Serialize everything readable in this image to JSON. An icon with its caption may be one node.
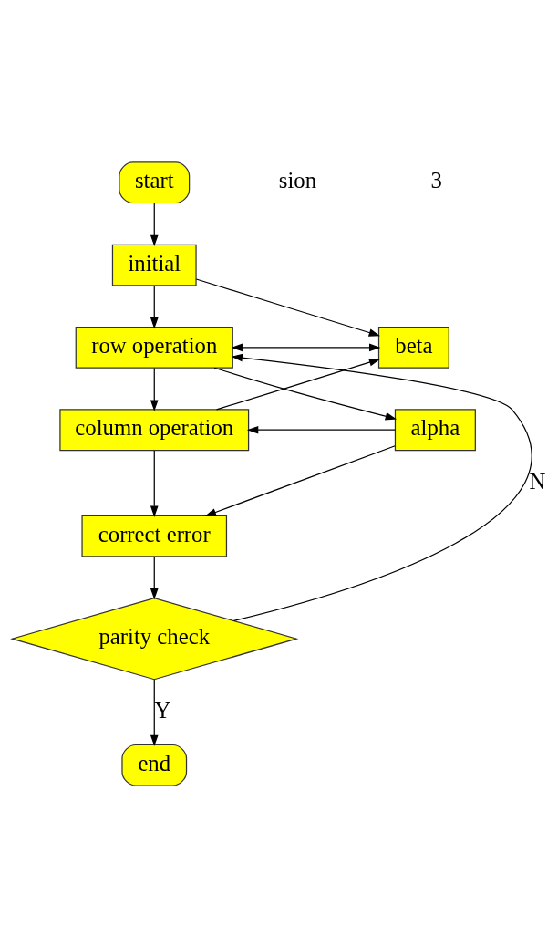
{
  "diagram": {
    "nodes": [
      {
        "text": [
          "start"
        ]
      },
      {
        "text": [
          "initial"
        ]
      },
      {
        "text": [
          "row operation"
        ]
      },
      {
        "text": [
          "beta"
        ]
      },
      {
        "text": [
          "column operation"
        ]
      },
      {
        "text": [
          "alpha"
        ]
      },
      {
        "text": [
          "correct error"
        ]
      },
      {
        "text": [
          "parity check"
        ]
      },
      {
        "text": [
          "end"
        ]
      }
    ],
    "edges": [
      {
        "from": 0,
        "to": 1,
        "arrow": "to"
      },
      {
        "from": 1,
        "to": 2,
        "arrow": "to"
      },
      {
        "from": 1,
        "to": 3,
        "arrow": "to"
      },
      {
        "from": 2,
        "to": 3,
        "arrow": "both"
      },
      {
        "from": 2,
        "to": 5,
        "arrow": "to"
      },
      {
        "from": 4,
        "to": 3,
        "arrow": "to"
      },
      {
        "from": 5,
        "to": 4,
        "arrow": "to"
      },
      {
        "from": 5,
        "to": 6,
        "arrow": "to"
      },
      {
        "from": 2,
        "to": 4,
        "arrow": "to"
      },
      {
        "from": 4,
        "to": 6,
        "arrow": "to"
      },
      {
        "from": 6,
        "to": 7,
        "arrow": "to"
      },
      {
        "from": 7,
        "to": 2,
        "arrow": "to",
        "label": "N"
      },
      {
        "from": 7,
        "to": 8,
        "arrow": "to",
        "label": "Y"
      }
    ],
    "labels": [
      "sion",
      "3"
    ]
  }
}
